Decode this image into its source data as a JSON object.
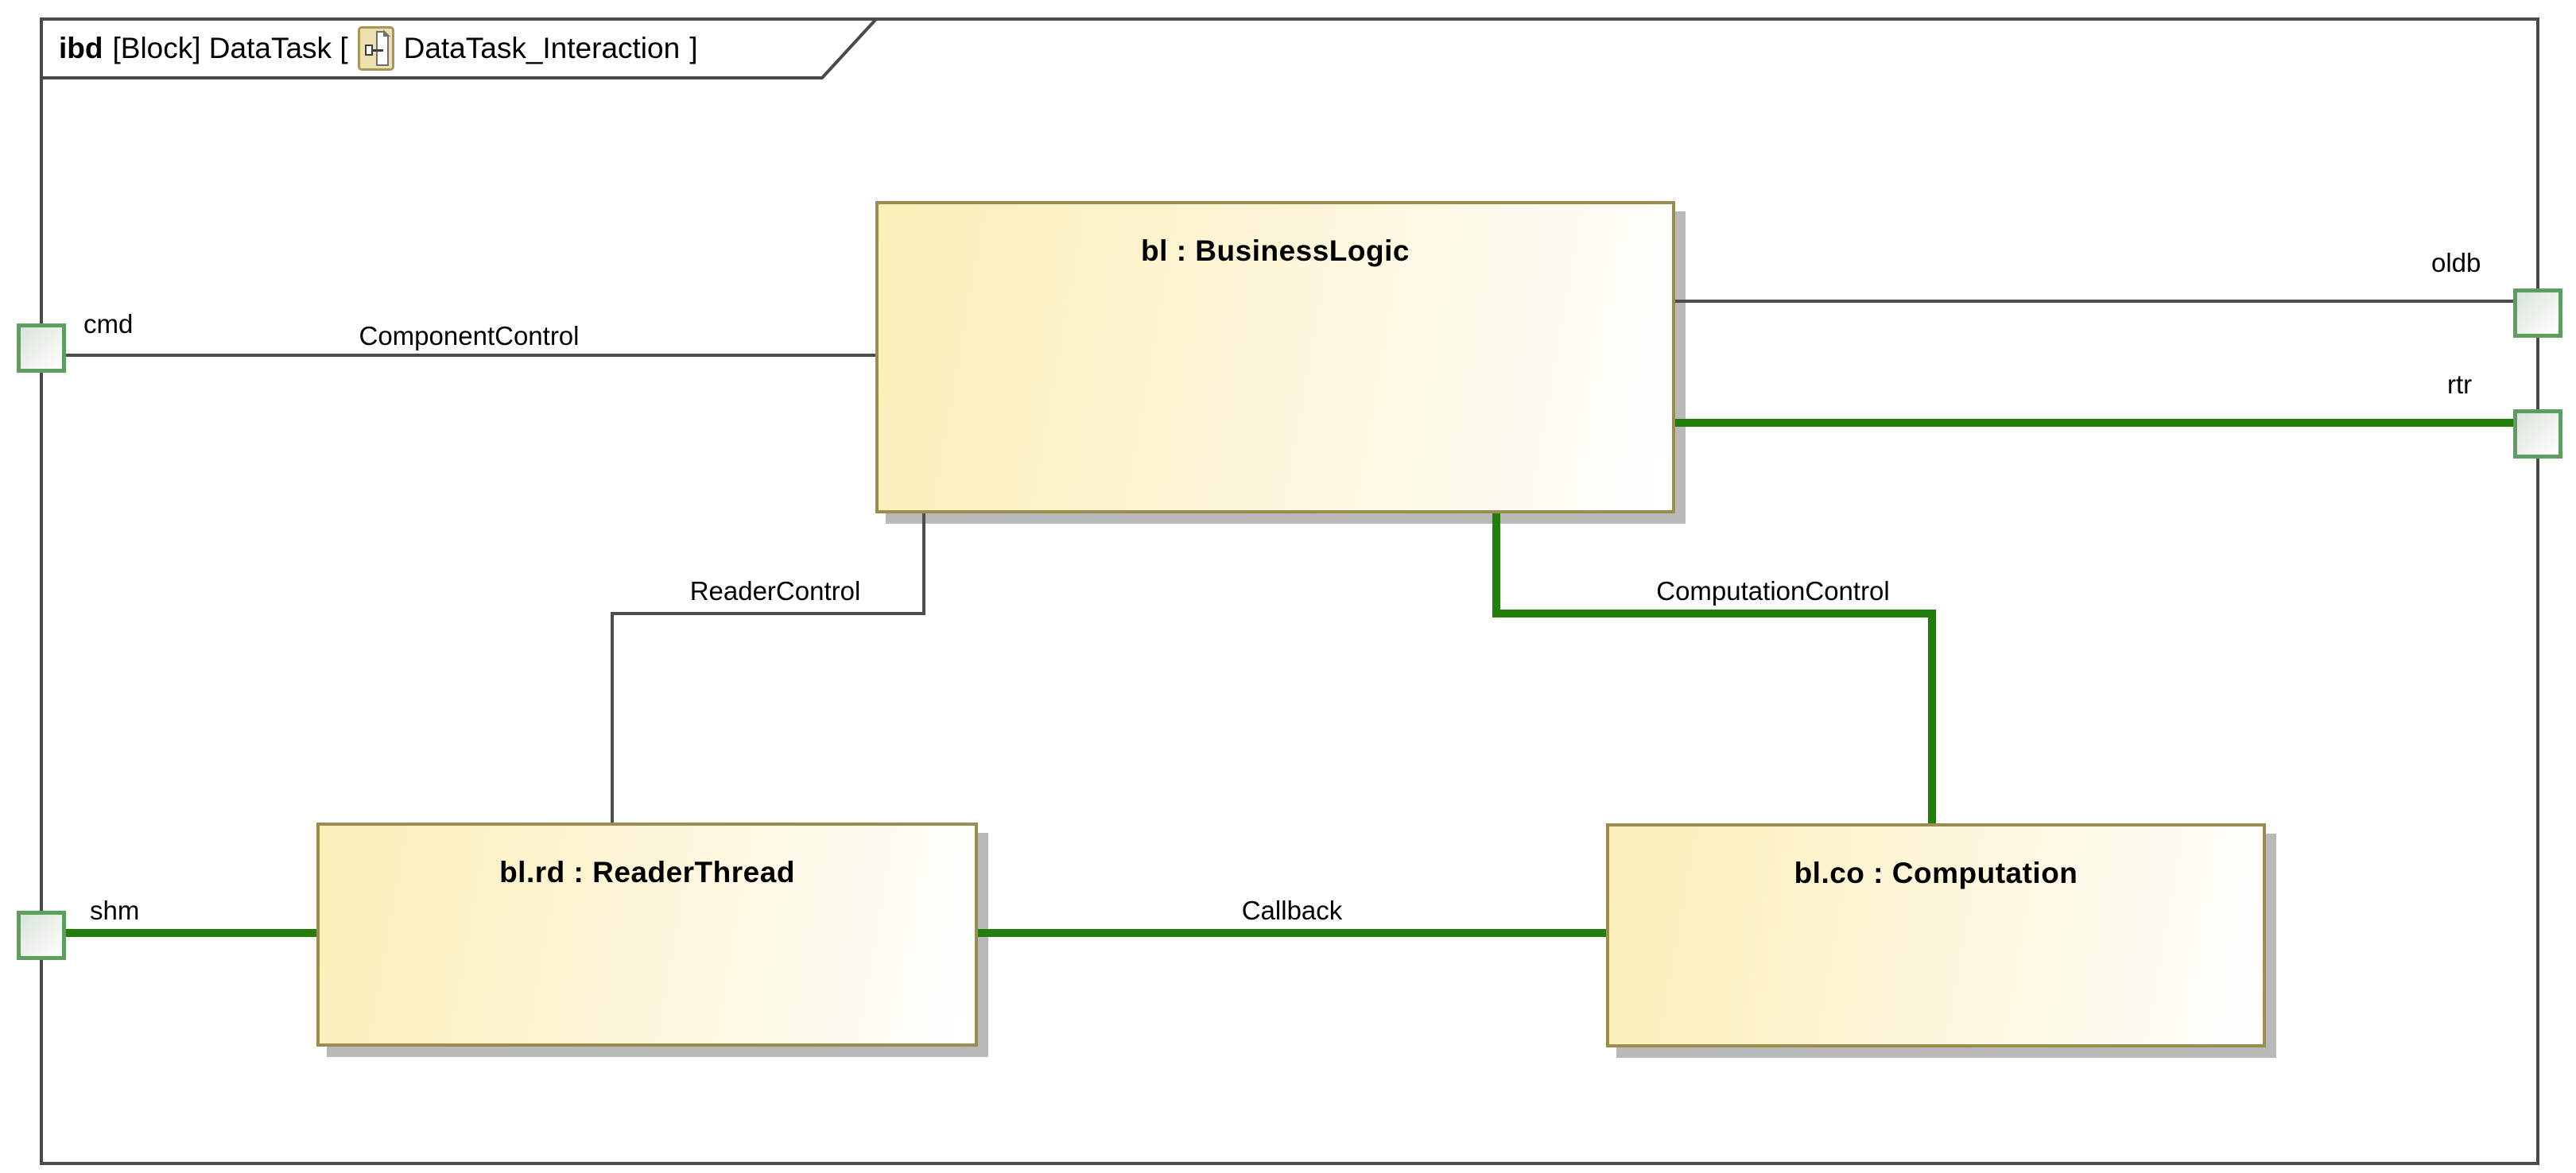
{
  "diagram": {
    "tab": {
      "keyword": "ibd",
      "context": "[Block] DataTask [",
      "name": "DataTask_Interaction",
      "closing": "]"
    },
    "blocks": [
      {
        "id": "bl",
        "label": "bl : BusinessLogic"
      },
      {
        "id": "bl.rd",
        "label": "bl.rd : ReaderThread"
      },
      {
        "id": "bl.co",
        "label": "bl.co : Computation"
      }
    ],
    "ports": [
      {
        "name": "cmd",
        "side": "left"
      },
      {
        "name": "shm",
        "side": "left"
      },
      {
        "name": "oldb",
        "side": "right"
      },
      {
        "name": "rtr",
        "side": "right"
      }
    ],
    "connectors": [
      {
        "label": "ComponentControl",
        "color": "#4d4d4d"
      },
      {
        "label": "ReaderControl",
        "color": "#4d4d4d"
      },
      {
        "label": "ComputationControl",
        "color": "#217e0b"
      },
      {
        "label": "Callback",
        "color": "#217e0b"
      },
      {
        "label": "",
        "color": "#217e0b",
        "note": "shm-to-readerthread"
      },
      {
        "label": "",
        "color": "#4d4d4d",
        "note": "businesslogic-to-oldb"
      },
      {
        "label": "",
        "color": "#217e0b",
        "note": "businesslogic-to-rtr"
      }
    ],
    "colors": {
      "frame_line": "#4a4a4a",
      "connector_dark": "#4d4d4d",
      "connector_green": "#217e0b",
      "block_border": "#9b8c50",
      "block_fill_left": "#fcefb8",
      "block_fill_right": "#ffffff",
      "block_shadow": "#b9b9b9",
      "port_border": "#5f9e61",
      "port_fill": "#d8e5d7",
      "tab_icon_bg": "#ece0ae"
    }
  }
}
